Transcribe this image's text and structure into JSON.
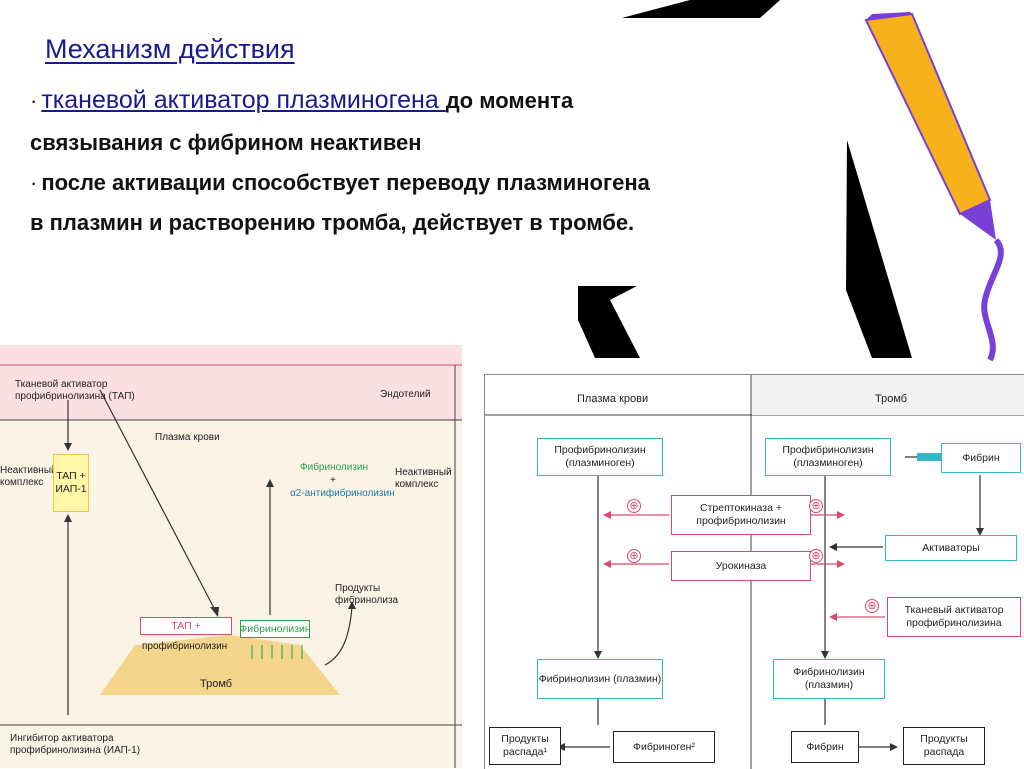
{
  "slide": {
    "title": "Механизм действия",
    "bullet1_link": "тканевой активатор плазминогена ",
    "bullet1_rest": "до момента",
    "bullet1_line2": "связывания с фибрином  неактивен",
    "bullet2_line1": "после активации способствует переводу плазминогена",
    "bullet2_line2": "в плазмин и растворению тромба, действует в тромбе.",
    "bullet_mark": "·"
  },
  "left_diagram": {
    "tap_label": "Тканевой активатор профибринолизина (ТАП)",
    "endothelium": "Эндотелий",
    "plasma": "Плазма крови",
    "inactive_left": "Неактивный комплекс",
    "tap_iap_box": "ТАП + ИАП-1",
    "fibrinolysin_green": "Фибринолизин",
    "plus": "+",
    "antifibrinolysin": "α2-антифибринолизин",
    "inactive_right": "Неактивный комплекс",
    "products": "Продукты фибринолиза",
    "tap_plus": "ТАП +",
    "profibrinolysin": "профибринолизин",
    "fibrinolysin_box": "Фибринолизин",
    "thrombus": "Тромб",
    "inhibitor": "Ингибитор активатора профибринолизина (ИАП-1)"
  },
  "right_diagram": {
    "col_plasma": "Плазма крови",
    "col_thrombus": "Тромб",
    "profib_left": "Профибринолизин (плазминоген)",
    "profib_right": "Профибринолизин (плазминоген)",
    "fibrin_top": "Фибрин",
    "streptokinase": "Стрептокиназа + профибринолизин",
    "activators": "Активаторы",
    "urokinase": "Урокиназа",
    "tissue_activator": "Тканевый активатор профибринолизина",
    "fibrinolysin_left": "Фибринолизин (плазмин)",
    "fibrinolysin_right": "Фибринолизин (плазмин)",
    "decay_left": "Продукты распада¹",
    "fibrinogen": "Фибриноген²",
    "fibrin_bottom": "Фибрин",
    "decay_right": "Продукты распада",
    "plus_symbol": "⊕"
  },
  "colors": {
    "link": "#1a1a8c",
    "pencil_body": "#f7b21b",
    "pencil_tip": "#7a3fd6",
    "box_teal": "#34b8c6",
    "box_pink": "#d94a6c",
    "arrow_pink": "#d94a6c",
    "thrombus_fill": "#f3d58c"
  }
}
